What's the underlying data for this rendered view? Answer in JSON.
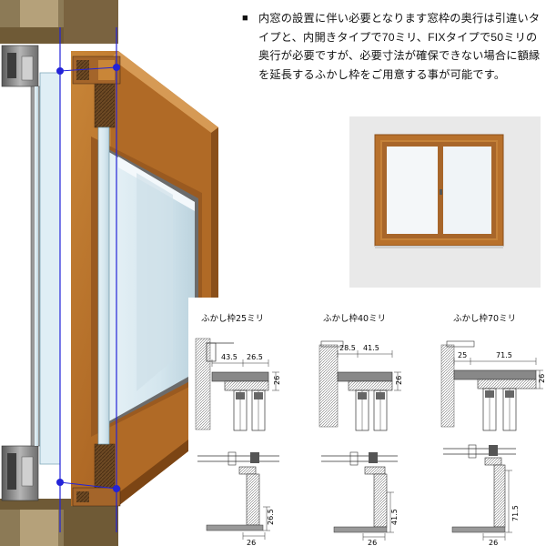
{
  "note": {
    "marker": "■",
    "text": "内窓の設置に伴い必要となります窓枠の奥行は引違いタイプと、内開きタイプで70ミリ、FIXタイプで50ミリの奥行が必要ですが、必要寸法が確保できない場合に額縁を延長するふかし枠をご用意する事が可能です。"
  },
  "sections": [
    {
      "label": "ふかし枠25ミリ",
      "top_dims": [
        "43.5",
        "26.5",
        "26"
      ],
      "bottom_dims": [
        "26.5",
        "26"
      ]
    },
    {
      "label": "ふかし枠40ミリ",
      "top_dims": [
        "28.5",
        "41.5",
        "26"
      ],
      "bottom_dims": [
        "41.5",
        "26"
      ]
    },
    {
      "label": "ふかし枠70ミリ",
      "top_dims": [
        "25",
        "71.5",
        "26"
      ],
      "bottom_dims": [
        "71.5",
        "26"
      ]
    }
  ],
  "colors": {
    "wood": "#b8712c",
    "wood_dark": "#8a4f1a",
    "wood_light": "#d08f4a",
    "aluminum": "#7d7d7d",
    "guide_line": "#2323d8",
    "photo_bg": "#e7e7e7"
  }
}
